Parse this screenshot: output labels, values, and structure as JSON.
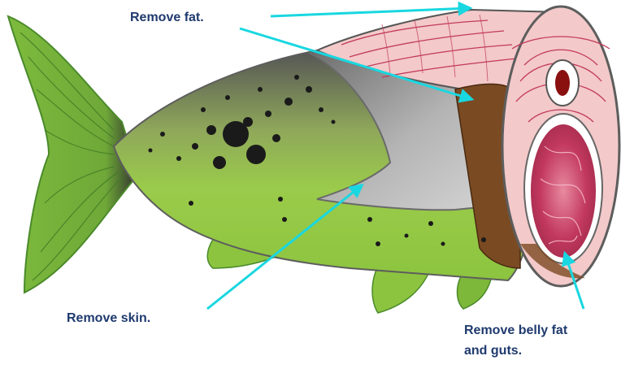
{
  "labels": {
    "fat": "Remove fat.",
    "skin": "Remove skin.",
    "belly_line1": "Remove belly fat",
    "belly_line2": "and guts."
  },
  "colors": {
    "label_text": "#1f3a6e",
    "arrow": "#19d7e0",
    "fish_green": "#8cc43f",
    "fish_dark_green": "#4e8a2a",
    "skin_gray": "#9a9a9a",
    "flesh_pink": "#f3c9c9",
    "flesh_lines": "#c23a5a",
    "cavity_brown": "#7a4a22",
    "guts": "#c2385e",
    "spots": "#1a1a1a"
  },
  "icons": [
    "fish-illustration",
    "pointer-arrow"
  ]
}
